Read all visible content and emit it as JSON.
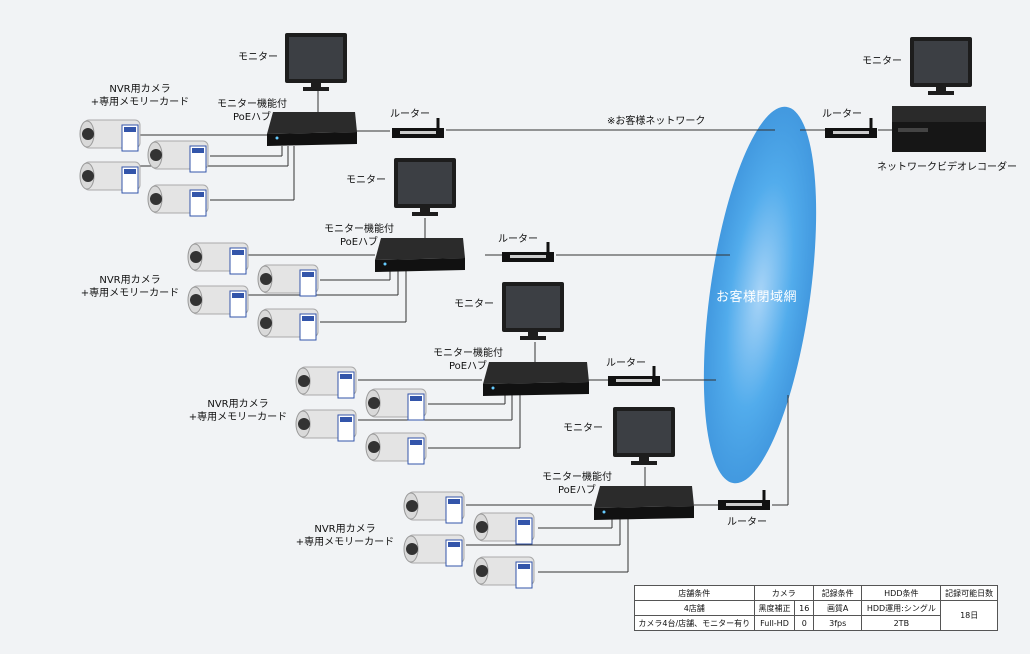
{
  "labels": {
    "monitor": "モニター",
    "router": "ルーター",
    "camera_line1": "NVR用カメラ",
    "camera_line2": "+専用メモリーカード",
    "hub_line1": "モニター機能付",
    "hub_line2": "PoEハブ",
    "customer_network": "※お客様ネットワーク",
    "closed_network": "お客様閉域網",
    "nvr": "ネットワークビデオレコーダー"
  },
  "spec_table": {
    "headers": [
      "店舗条件",
      "カメラ",
      "記録条件",
      "HDD条件",
      "記録可能日数"
    ],
    "row1": {
      "store": "4店舗",
      "camera_type": "黑度補正",
      "camera_count": "16",
      "record": "画質A",
      "hdd": "HDD運用:シングル",
      "days": "18日"
    },
    "row2": {
      "store": "カメラ4台/店舗、モニター有り",
      "camera_type": "Full-HD",
      "camera_count": "0",
      "record": "3fps",
      "hdd": "2TB"
    }
  },
  "colors": {
    "cloud": "#3a9ee8",
    "device": "#222222",
    "line": "#333333",
    "background": "#f1f3f5"
  }
}
